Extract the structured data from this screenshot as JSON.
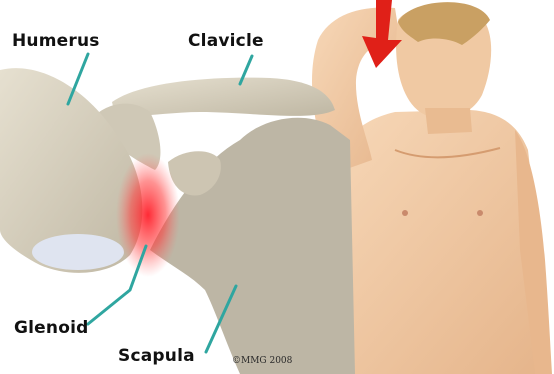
{
  "labels": {
    "humerus": "Humerus",
    "clavicle": "Clavicle",
    "glenoid": "Glenoid",
    "scapula": "Scapula"
  },
  "copyright": "©MMG 2008",
  "colors": {
    "leader_line": "#2fa6a0",
    "arrow": "#e02018",
    "inflammation": "#e8323a",
    "bone": "#d9d3c3",
    "skin": "#f2c9a2"
  }
}
